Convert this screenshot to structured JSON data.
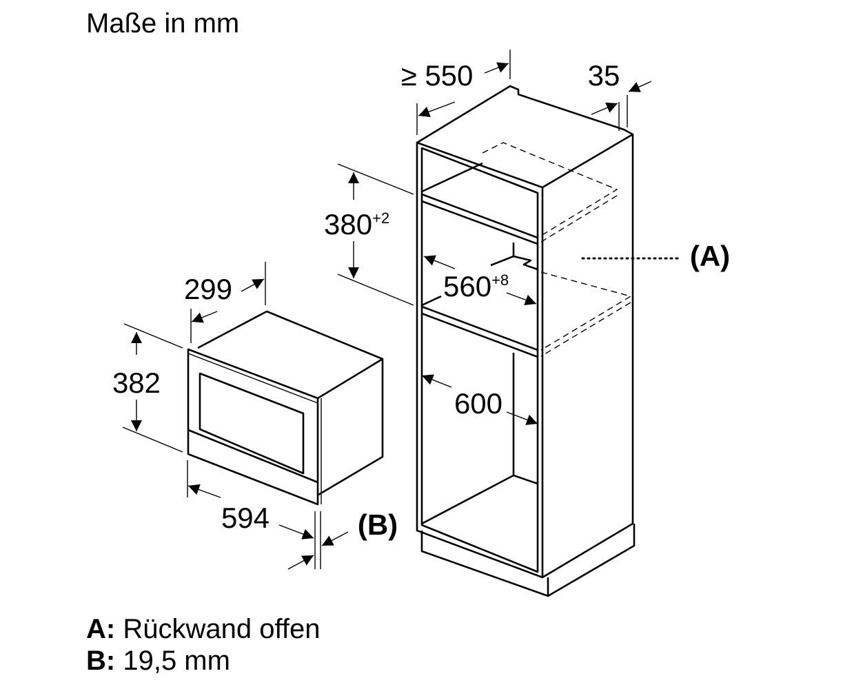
{
  "title": "Maße in mm",
  "dimensions": {
    "oven_height": "382",
    "oven_depth": "299",
    "oven_width": "594",
    "oven_b_label": "(B)",
    "niche_depth_prefix": "≥",
    "niche_depth": "550",
    "back_gap": "35",
    "niche_height": "380",
    "niche_height_tol": "+2",
    "niche_width": "560",
    "niche_width_tol": "+8",
    "cabinet_width": "600",
    "cabinet_a_label": "(A)"
  },
  "legend": [
    {
      "key": "A:",
      "text": "Rückwand offen"
    },
    {
      "key": "B:",
      "text": "19,5 mm"
    }
  ]
}
